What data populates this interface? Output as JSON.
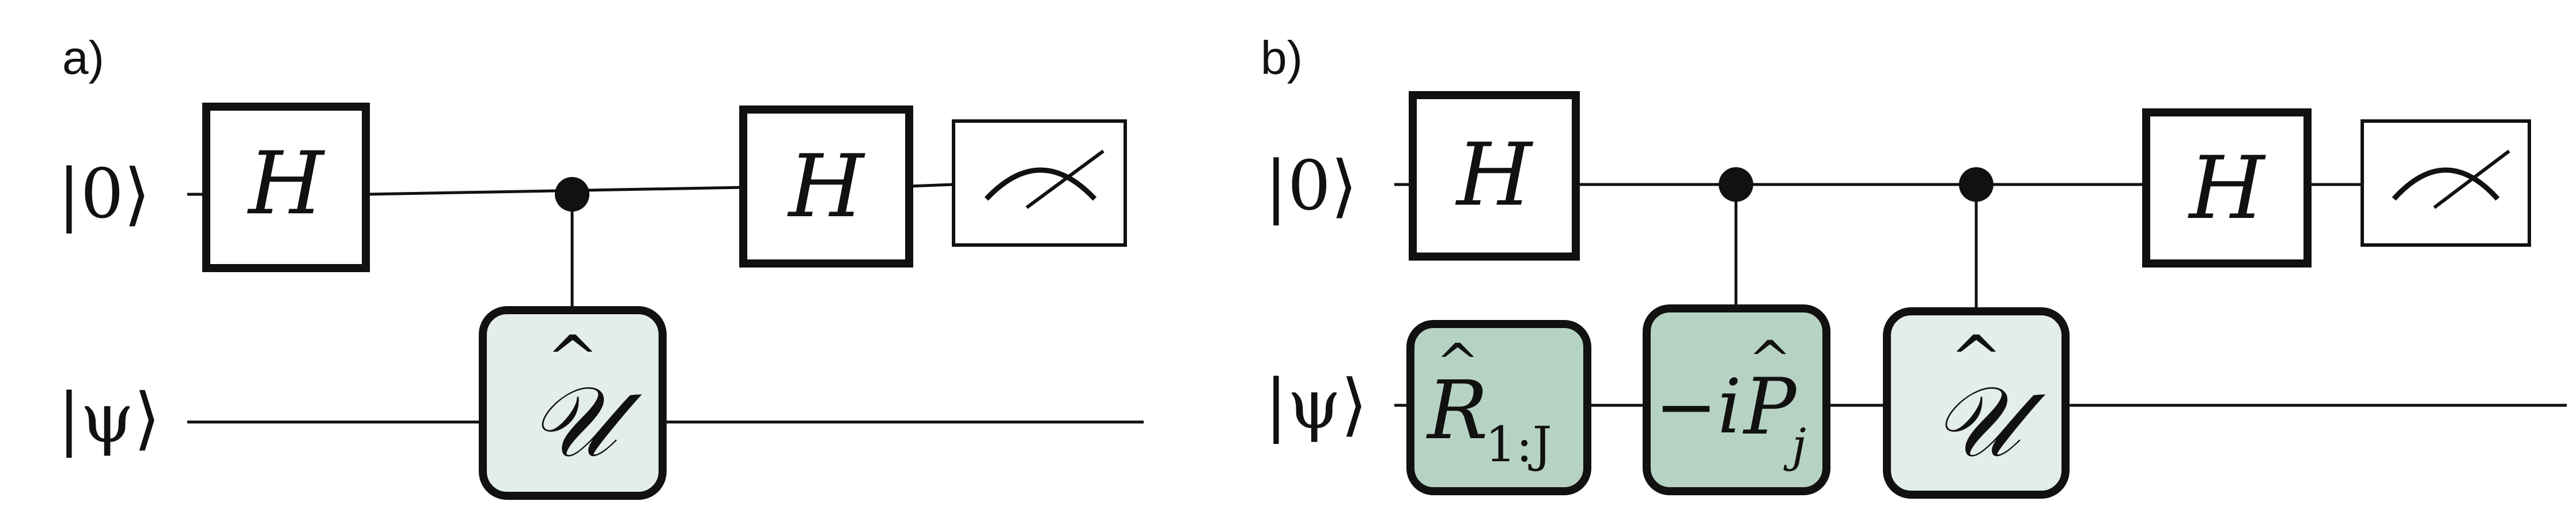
{
  "panels": [
    {
      "label": "a)",
      "ket_ancilla": "|0⟩",
      "ket_system": "|ψ⟩",
      "h_gate_left": "H",
      "h_gate_right": "H",
      "u_gate": "𝒰",
      "u_hat": "^"
    },
    {
      "label": "b)",
      "ket_ancilla": "|0⟩",
      "ket_system": "|ψ⟩",
      "h_gate_left": "H",
      "h_gate_right": "H",
      "r_gate": {
        "base": "R",
        "hat": "^",
        "sub": "1:J"
      },
      "p_gate": {
        "prefix": "−i",
        "base": "P",
        "hat": "^",
        "sub": "j"
      },
      "u_gate": "𝒰",
      "u_hat": "^"
    }
  ],
  "colors": {
    "line": "#111111",
    "gate_fill": "#ffffff",
    "u_fill": "#e3eee8",
    "rp_fill": "#b6d2c3"
  }
}
